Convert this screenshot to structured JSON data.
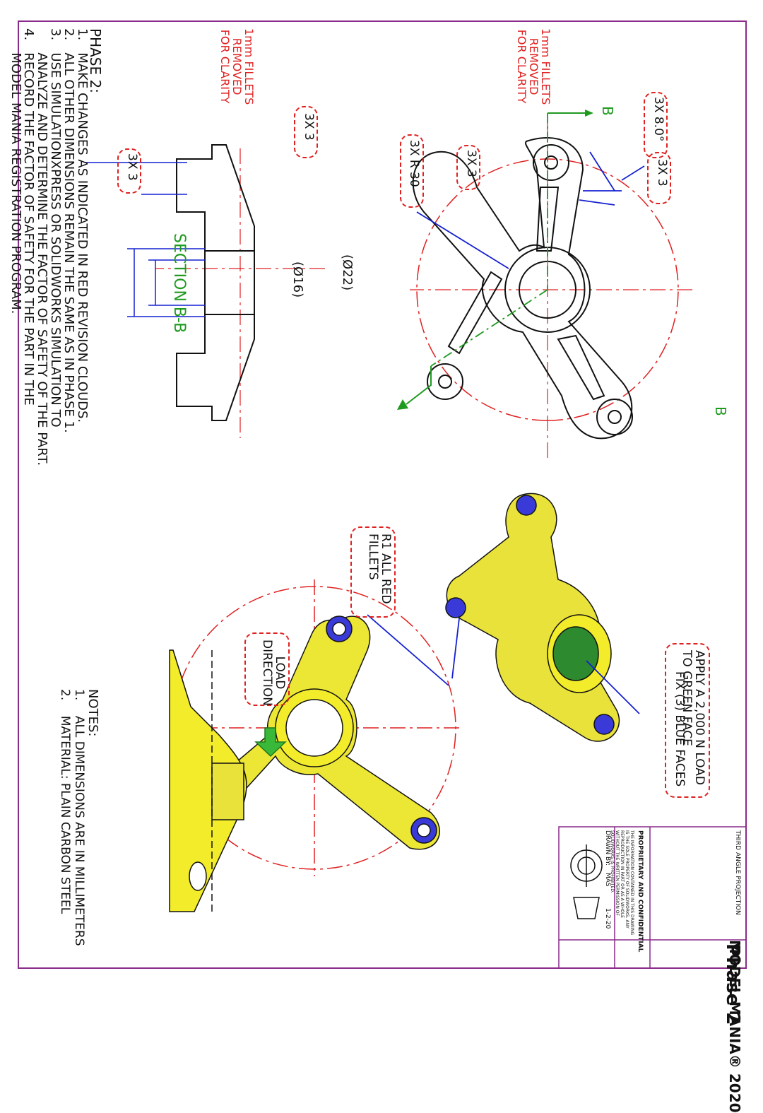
{
  "frame_color": "#8a2a8a",
  "colors": {
    "red": "#e02020",
    "blue": "#1420d0",
    "green": "#1f9a1f",
    "yellow": "#f2ec2a",
    "olive": "#6b6b1e",
    "face_blue": "#3a3ad8"
  },
  "phase2": {
    "heading": "PHASE 2:",
    "items": [
      "1.   MAKE CHANGES AS INDICATED IN RED REVISION CLOUDS.",
      "2.   ALL OTHER DIMENSIONS REMAIN THE SAME AS IN PHASE 1.",
      "3.   USE SIMULATIONXPRESS OR SOLIDWORKS SIMULATION TO",
      "      ANALYZE AND DETERMINE THE FACTOR OF SAFETY OF THE PART.",
      "4.   RECORD THE FACTOR OF SAFETY FOR THE PART IN THE",
      "      MODEL MANIA REGISTRATION PROGRAM."
    ]
  },
  "top_view": {
    "fillet_note": "1mm FILLETS\nREMOVED\nFOR CLARITY",
    "section_label": "B",
    "angle_dim": "3X 8.0°",
    "wall_dim_right": "3X 3",
    "wall_dim_left": "3X 3",
    "radius_dim": "3X R 30"
  },
  "section_view": {
    "fillet_note": "1mm FILLETS\nREMOVED\nFOR CLARITY",
    "title": "SECTION B-B",
    "dia_outer": "(Ø22)",
    "dia_inner": "(Ø16)",
    "dim_top": "3X 3",
    "dim_bottom": "3X 3"
  },
  "iso_view": {
    "load_note": "APPLY A 2,000 N LOAD\nTO GREEN FACE",
    "fix_note": "FIX (3) BLUE FACES"
  },
  "front_view": {
    "fillet_note": "R1 ALL RED\nFILLETS"
  },
  "side_view": {
    "load_direction": "LOAD\nDIRECTION"
  },
  "notes": {
    "heading": "NOTES:",
    "items": [
      "1.    ALL DIMENSIONS ARE IN MILLIMETERS",
      "2.    MATERIAL: PLAIN CARBON STEEL"
    ]
  },
  "title_block": {
    "projection": "THIRD ANGLE PROJECTION",
    "proprietary_heading": "PROPRIETARY AND CONFIDENTIAL",
    "proprietary_text": "THE INFORMATION CONTAINED IN THIS DRAWING IS THE SOLE PROPERTY OF SOLIDWORKS. ANY REPRODUCTION IN PART OR AS A WHOLE WITHOUT THE WRITTEN PERMISSION OF SOLIDWORKS IS PROHIBITED.",
    "drawn_by_label": "DRAWN BY:",
    "drawn_by": "MAS",
    "date": "1-2-20",
    "title": "MODEL MANIA® 2020",
    "subtitle": "Phase 2"
  }
}
